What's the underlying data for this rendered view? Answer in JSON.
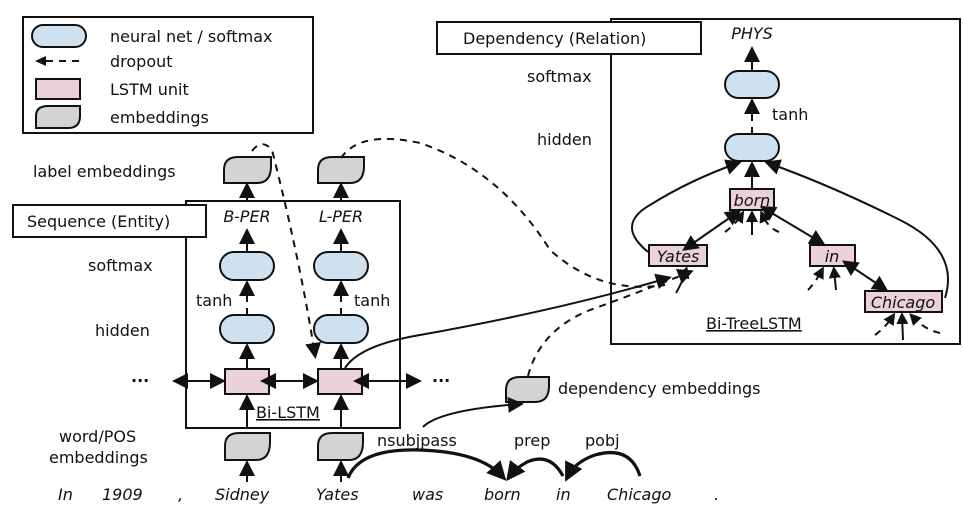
{
  "legend": {
    "items": [
      {
        "icon": "neural-net-shape",
        "label": "neural net / softmax"
      },
      {
        "icon": "dropout-dashed-arrow",
        "label": "dropout"
      },
      {
        "icon": "lstm-unit-shape",
        "label": "LSTM unit"
      },
      {
        "icon": "embeddings-shape",
        "label": "embeddings"
      }
    ]
  },
  "colors": {
    "neural_net": "#cfe0ef",
    "lstm_unit": "#ead1da",
    "embeddings": "#d3d3d3",
    "line": "#111111"
  },
  "sequence": {
    "title": "Sequence (Entity)",
    "row_labels": {
      "label_embeddings": "label embeddings",
      "softmax": "softmax",
      "hidden": "hidden",
      "word_pos_embeddings": "word/POS\nembeddings",
      "word_pos_line1": "word/POS",
      "word_pos_line2": "embeddings"
    },
    "outputs": [
      "B-PER",
      "L-PER"
    ],
    "activation": "tanh",
    "lstm_label": "Bi-LSTM",
    "ellipsis": "···"
  },
  "dependency": {
    "title": "Dependency (Relation)",
    "output": "PHYS",
    "row_labels": {
      "softmax": "softmax",
      "hidden": "hidden"
    },
    "activation": "tanh",
    "tree_nodes": [
      "born",
      "Yates",
      "in",
      "Chicago"
    ],
    "tree_label": "Bi-TreeLSTM",
    "dep_embeddings_label": "dependency embeddings"
  },
  "sentence": {
    "tokens": [
      "In",
      "1909",
      ",",
      "Sidney",
      "Yates",
      "was",
      "born",
      "in",
      "Chicago",
      "."
    ]
  },
  "arcs": [
    {
      "label": "nsubjpass",
      "from": "Yates",
      "to": "born"
    },
    {
      "label": "prep",
      "from": "in",
      "to": "born"
    },
    {
      "label": "pobj",
      "from": "Chicago",
      "to": "in"
    }
  ]
}
